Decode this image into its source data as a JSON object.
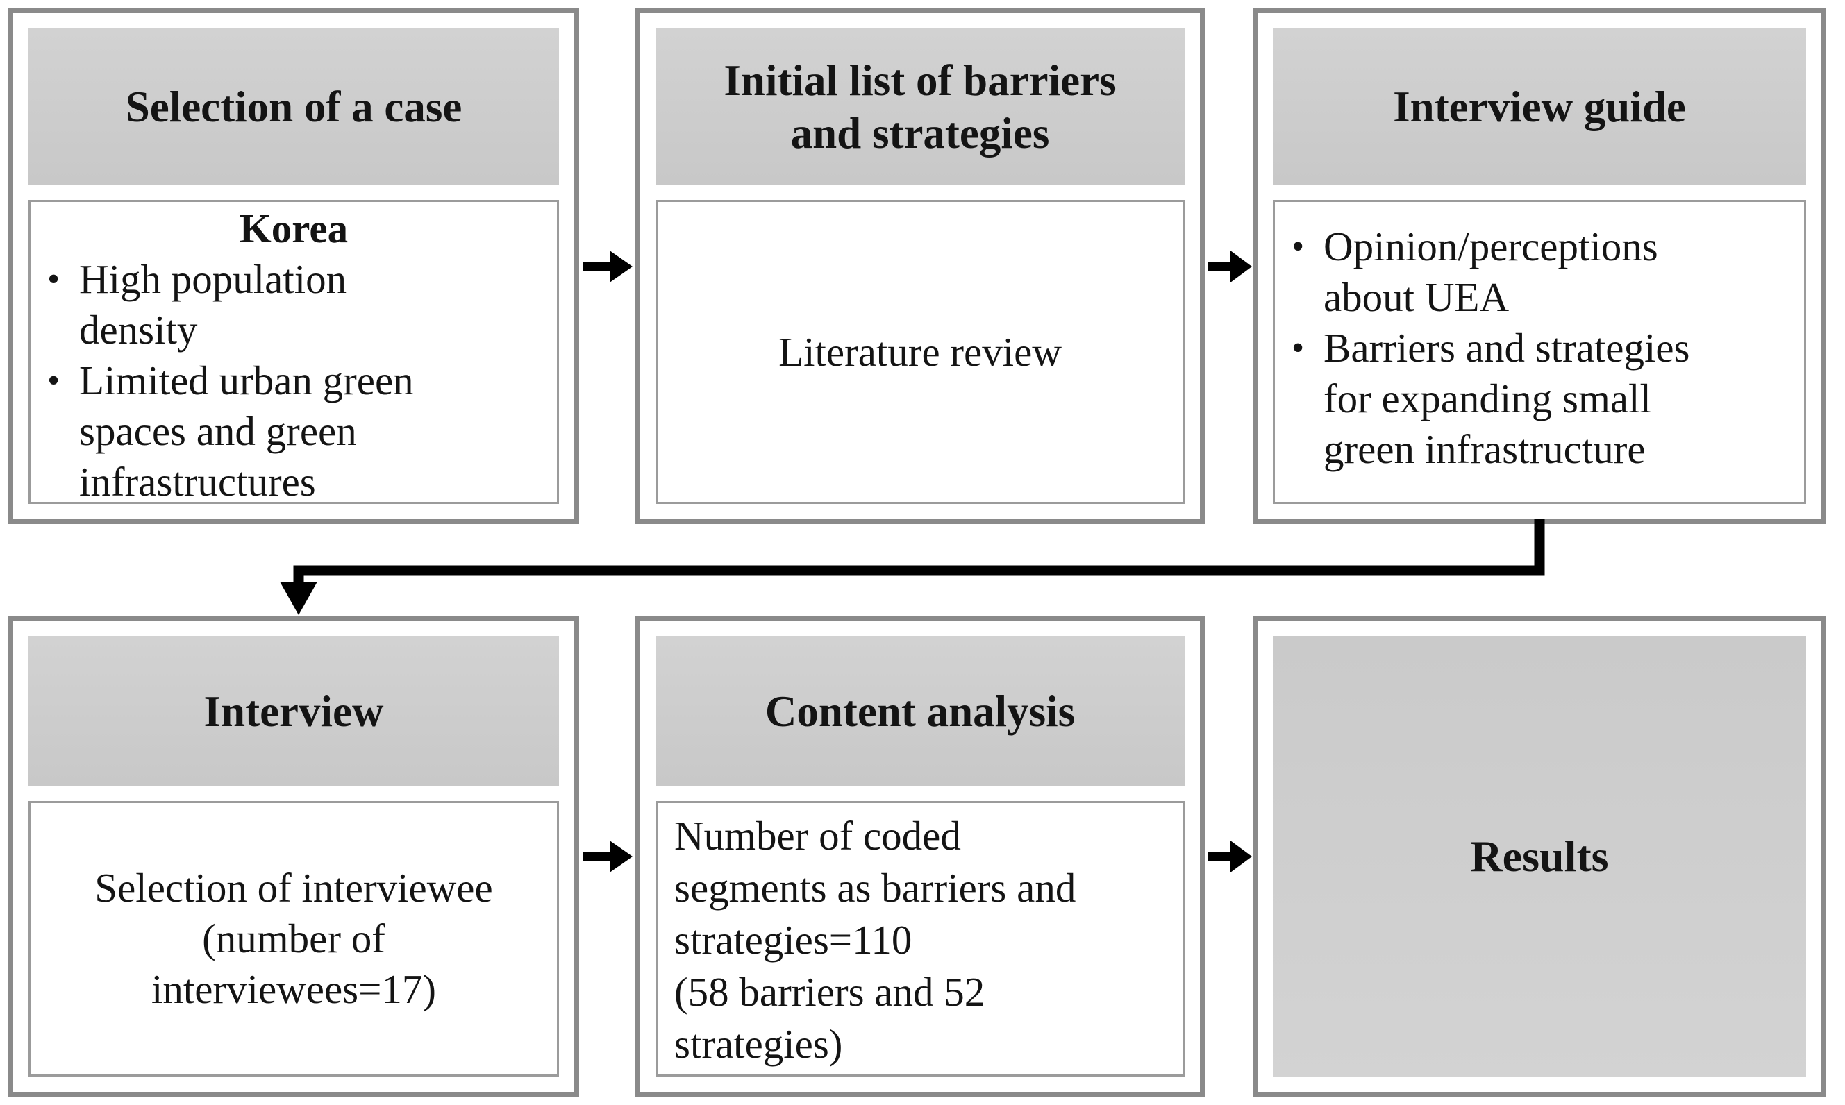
{
  "diagram": {
    "bullet_char": "•",
    "boxes": [
      {
        "header_lines": [
          "Selection of a case"
        ],
        "title": "Korea",
        "bullets": [
          {
            "lines": [
              "High population",
              "density"
            ]
          },
          {
            "lines": [
              "Limited urban green",
              "spaces and green",
              "infrastructures"
            ]
          }
        ]
      },
      {
        "header_lines": [
          "Initial list of barriers",
          "and strategies"
        ],
        "body_lines": [
          "Literature review"
        ]
      },
      {
        "header_lines": [
          "Interview guide"
        ],
        "bullets": [
          {
            "lines": [
              "Opinion/perceptions",
              "about UEA"
            ]
          },
          {
            "lines": [
              "Barriers and strategies",
              "for expanding small",
              "green infrastructure"
            ]
          }
        ]
      },
      {
        "header_lines": [
          "Interview"
        ],
        "body_lines": [
          "Selection of interviewee",
          "(number of",
          "interviewees=17)"
        ]
      },
      {
        "header_lines": [
          "Content analysis"
        ],
        "body_lines": [
          "Number of coded",
          "segments as barriers and",
          "strategies=110",
          "(58 barriers and 52",
          "strategies)"
        ]
      },
      {
        "label": "Results"
      }
    ]
  },
  "colors": {
    "border_outer": "#8a8a8a",
    "border_inner": "#9b9b9b",
    "header_top": "#d2d2d2",
    "header_bottom": "#c8c8c8",
    "arrow": "#000000",
    "text": "#141414",
    "background": "#ffffff"
  }
}
